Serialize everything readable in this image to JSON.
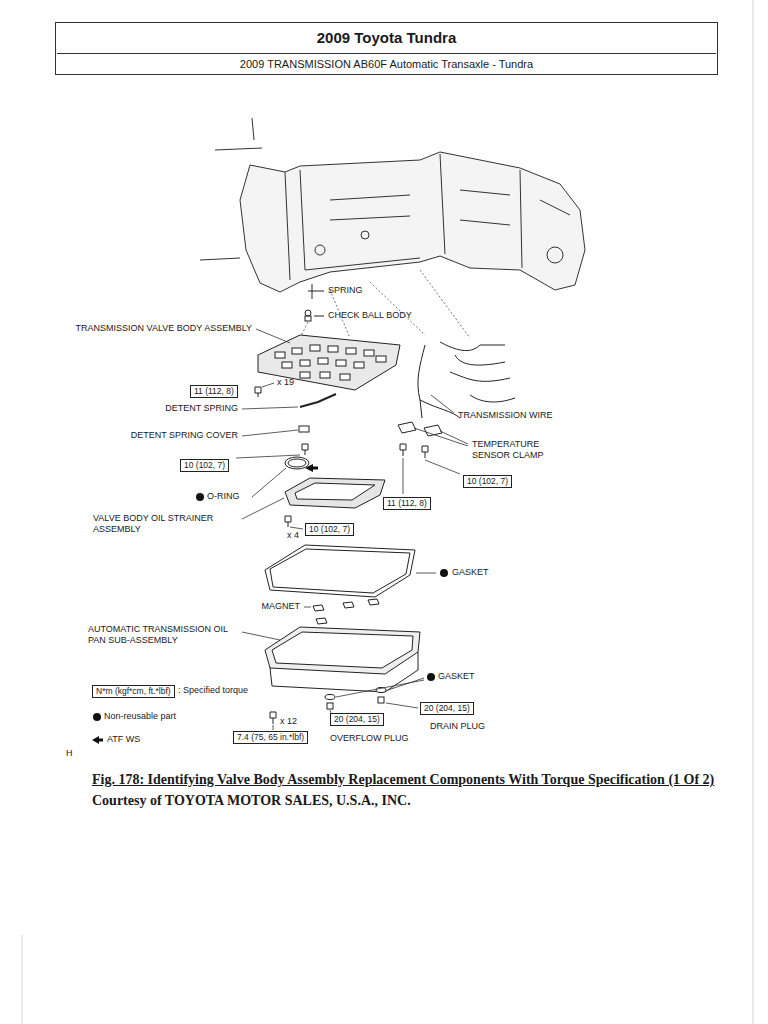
{
  "diagram": {
    "caption": "Fig. 178: Identifying Valve Body Assembly Replacement Components With Torque Specification (1 Of 2)",
    "nodes": [
      {
        "text": [
          "2009 Toyota Tundra"
        ]
      },
      {
        "text": [
          "2009 TRANSMISSION AB60F Automatic Transaxle - Tundra"
        ],
        "in": 0
      },
      {
        "text": [
          "11 (112, 8)"
        ]
      },
      {
        "text": [
          "10 (102, 7)"
        ]
      },
      {
        "text": [
          "10 (102, 7)"
        ]
      },
      {
        "text": [
          "11 (112, 8)"
        ]
      },
      {
        "text": [
          "10 (102, 7)"
        ]
      },
      {
        "text": [
          "20 (204, 15)"
        ]
      },
      {
        "text": [
          "20 (204, 15)"
        ]
      },
      {
        "text": [
          "N*m (kgf*cm, ft.*lbf)"
        ]
      },
      {
        "text": [
          "7.4 (75, 65 in.*lbf)"
        ]
      }
    ],
    "labels": [
      "SPRING",
      "CHECK BALL BODY",
      "TRANSMISSION VALVE BODY ASSEMBLY",
      "x 19",
      "DETENT SPRING",
      "DETENT SPRING COVER",
      "TRANSMISSION WIRE",
      "TEMPERATURE SENSOR CLAMP",
      "O-RING",
      "VALVE BODY OIL STRAINER ASSEMBLY",
      "x 4",
      "GASKET",
      "MAGNET",
      "AUTOMATIC TRANSMISSION OIL PAN SUB-ASSEMBLY",
      "GASKET",
      "x 12",
      "DRAIN PLUG",
      "OVERFLOW PLUG",
      "H",
      "Courtesy of TOYOTA MOTOR SALES, U.S.A., INC."
    ],
    "legend": [
      {
        "text": ": Specified torque"
      },
      {
        "text": "Non-reusable part"
      },
      {
        "text": "ATF WS"
      }
    ]
  }
}
